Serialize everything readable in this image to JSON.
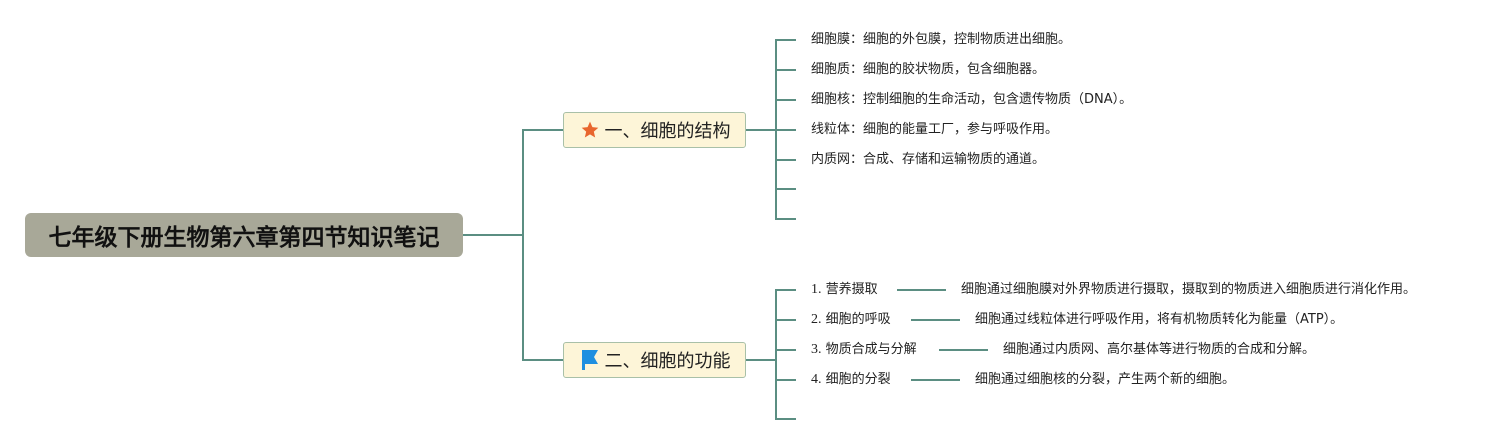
{
  "root": {
    "title": "七年级下册生物第六章第四节知识笔记",
    "bg_color": "#a8a898"
  },
  "branches": [
    {
      "label": "一、细胞的结构",
      "icon": "star-icon",
      "icon_color": "#e8662e",
      "items": [
        {
          "text": "细胞膜：细胞的外包膜，控制物质进出细胞。"
        },
        {
          "text": "细胞质：细胞的胶状物质，包含细胞器。"
        },
        {
          "text": "细胞核：控制细胞的生命活动，包含遗传物质（DNA）。"
        },
        {
          "text": "线粒体：细胞的能量工厂，参与呼吸作用。"
        },
        {
          "text": "内质网：合成、存储和运输物质的通道。"
        },
        {
          "text": ""
        },
        {
          "text": ""
        }
      ]
    },
    {
      "label": "二、细胞的功能",
      "icon": "flag-icon",
      "icon_color": "#1e8fe0",
      "items": [
        {
          "num": "1.",
          "text": "营养摄取",
          "detail": "细胞通过细胞膜对外界物质进行摄取，摄取到的物质进入细胞质进行消化作用。"
        },
        {
          "num": "2.",
          "text": "细胞的呼吸",
          "detail": "细胞通过线粒体进行呼吸作用，将有机物质转化为能量（ATP）。"
        },
        {
          "num": "3.",
          "text": "物质合成与分解",
          "detail": "细胞通过内质网、高尔基体等进行物质的合成和分解。"
        },
        {
          "num": "4.",
          "text": "细胞的分裂",
          "detail": "细胞通过细胞核的分裂，产生两个新的细胞。"
        },
        {
          "text": ""
        }
      ]
    }
  ],
  "colors": {
    "connector": "#5b8e82",
    "branch_bg": "#fdf5d8",
    "branch_border": "#a9c0a8"
  }
}
